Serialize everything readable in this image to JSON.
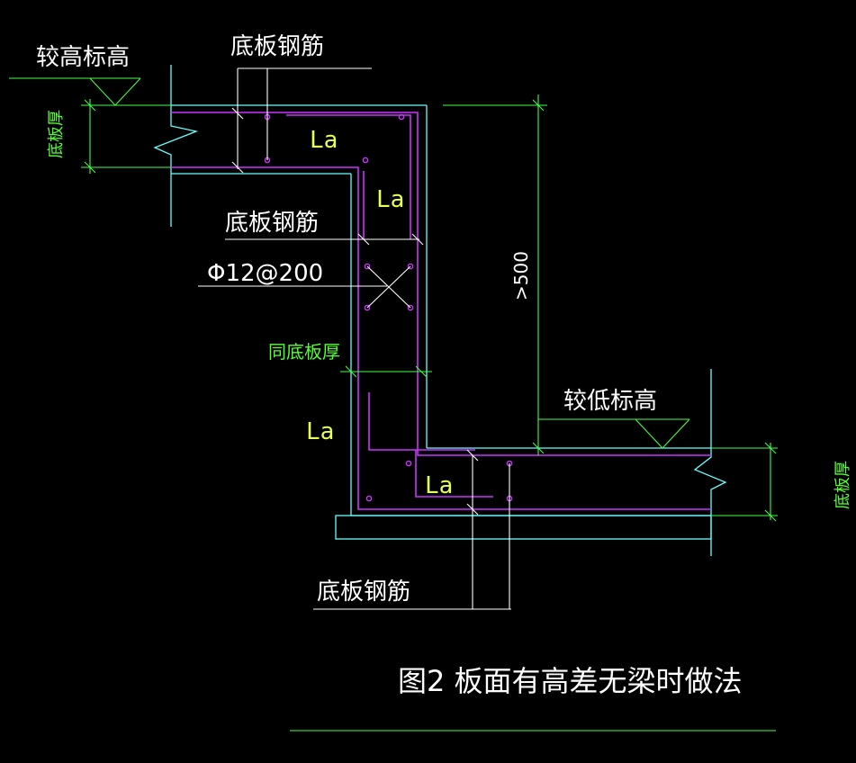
{
  "labels": {
    "higher_elevation": "较高标高",
    "slab_rebar_top": "底板钢筋",
    "slab_thickness_left": "底板厚",
    "la_1": "La",
    "la_2": "La",
    "slab_rebar_mid": "底板钢筋",
    "bar_spec": "Φ12@200",
    "dim_gt500": ">500",
    "same_thickness": "同底板厚",
    "lower_elevation": "较低标高",
    "la_3": "La",
    "la_4": "La",
    "slab_thickness_right": "底板厚",
    "slab_rebar_bottom": "底板钢筋",
    "caption": "图2  板面有高差无梁时做法"
  },
  "colors": {
    "background": "#000000",
    "rebar": "#cc33ff",
    "outline": "#66ffff",
    "dimension": "#44ff44",
    "leader": "#ffffff",
    "la_text": "#e8ff55",
    "label_text": "#ffffff",
    "annotation_text": "#55ff33"
  }
}
